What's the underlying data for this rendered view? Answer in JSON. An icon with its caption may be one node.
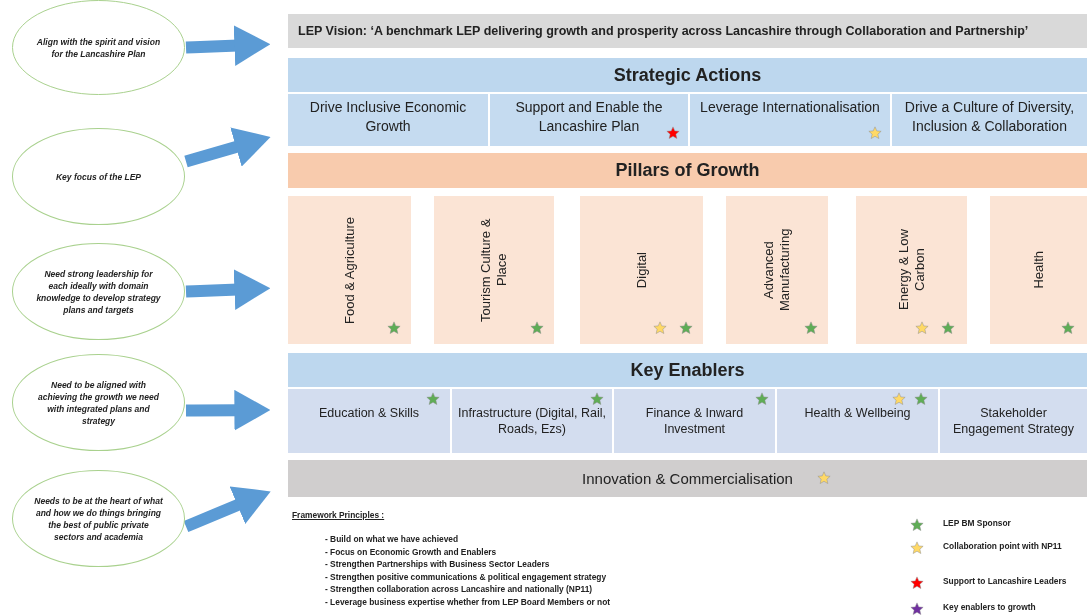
{
  "diagram": {
    "nodes": [
      {
        "text": [
          "Align with the spirit and vision for the Lancashire Plan"
        ]
      },
      {
        "text": [
          "Key focus of the LEP"
        ]
      },
      {
        "text": [
          "Need strong leadership for each ideally with domain knowledge to develop strategy plans and targets"
        ]
      },
      {
        "text": [
          "Need to be aligned with achieving the growth we need with integrated plans and strategy"
        ]
      },
      {
        "text": [
          "Needs to be at the heart of what and how we do things bringing the best of public private sectors and academia"
        ]
      },
      {
        "text": [
          "LEP Vision: ‘A benchmark LEP delivering growth and prosperity across Lancashire through Collaboration and Partnership’"
        ]
      },
      {
        "text": [
          "Strategic Actions"
        ]
      },
      {
        "text": [
          "Drive Inclusive Economic Growth"
        ]
      },
      {
        "text": [
          "Support and Enable the Lancashire Plan"
        ]
      },
      {
        "text": [
          "Leverage Internationalisation"
        ]
      },
      {
        "text": [
          "Drive a Culture of Diversity, Inclusion & Collaboration"
        ]
      },
      {
        "text": [
          "Pillars of Growth"
        ]
      },
      {
        "text": [
          "Food & Agriculture"
        ]
      },
      {
        "text": [
          "Tourism Culture & Place"
        ]
      },
      {
        "text": [
          "Digital"
        ]
      },
      {
        "text": [
          "Advanced Manufacturing"
        ]
      },
      {
        "text": [
          "Energy & Low Carbon"
        ]
      },
      {
        "text": [
          "Health"
        ]
      },
      {
        "text": [
          "Key Enablers"
        ]
      },
      {
        "text": [
          "Education & Skills"
        ]
      },
      {
        "text": [
          "Infrastructure (Digital, Rail, Roads, Ezs)"
        ]
      },
      {
        "text": [
          "Finance & Inward Investment"
        ]
      },
      {
        "text": [
          "Health & Wellbeing"
        ]
      },
      {
        "text": [
          "Stakeholder Engagement Strategy"
        ]
      },
      {
        "text": [
          "Innovation & Commercialisation"
        ]
      }
    ],
    "edges": [
      {
        "from": 0,
        "to": 5,
        "arrow": "to"
      },
      {
        "from": 1,
        "to": 7,
        "arrow": "to"
      },
      {
        "from": 2,
        "to": 12,
        "arrow": "to"
      },
      {
        "from": 3,
        "to": 19,
        "arrow": "to"
      },
      {
        "from": 4,
        "to": 24,
        "arrow": "to"
      }
    ],
    "labels": [
      "Framework Principles :",
      "- Build on what we have achieved",
      "- Focus on Economic Growth and Enablers",
      "- Strengthen Partnerships with Business Sector Leaders",
      "- Strengthen positive communications  & political engagement strategy",
      "- Strengthen collaboration across Lancashire and nationally (NP11)",
      "- Leverage business expertise whether from LEP Board Members or not"
    ],
    "legend": [
      {
        "text": "LEP BM Sponsor",
        "color": "#5fad56"
      },
      {
        "text": "Collaboration point with NP11",
        "color": "#ffd966"
      },
      {
        "text": "Support to Lancashire Leaders",
        "color": "#ff0000"
      },
      {
        "text": "Key enablers to growth",
        "color": "#7030a0"
      }
    ]
  }
}
